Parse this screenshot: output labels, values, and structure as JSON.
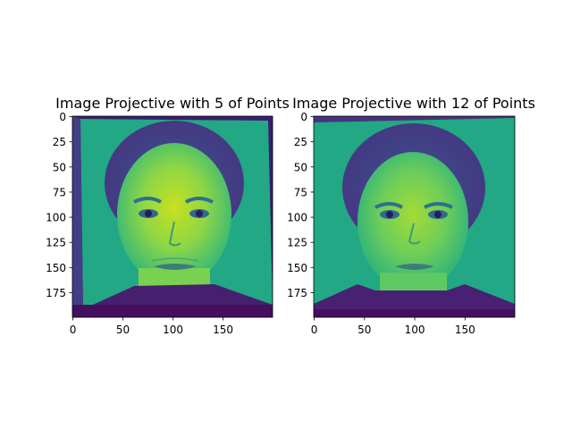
{
  "chart_data": [
    {
      "type": "image",
      "title": "Image Projective with 5 of Points",
      "colormap": "viridis",
      "xlim": [
        0,
        199
      ],
      "ylim": [
        199,
        0
      ],
      "xticks": [
        0,
        50,
        100,
        150
      ],
      "yticks": [
        0,
        25,
        50,
        75,
        100,
        125,
        150,
        175
      ],
      "grid": false
    },
    {
      "type": "image",
      "title": "Image Projective with 12 of Points",
      "colormap": "viridis",
      "xlim": [
        0,
        199
      ],
      "ylim": [
        199,
        0
      ],
      "xticks": [
        0,
        50,
        100,
        150
      ],
      "yticks": [
        0,
        25,
        50,
        75,
        100,
        125,
        150,
        175
      ],
      "grid": false
    }
  ],
  "colors": {
    "dark": "#40115a",
    "purple": "#472f7d",
    "blue": "#3b528b",
    "teal": "#21918c",
    "green": "#27ad81",
    "light_green": "#5ec962",
    "yellow_green": "#addc30",
    "yellow": "#d8e219"
  }
}
